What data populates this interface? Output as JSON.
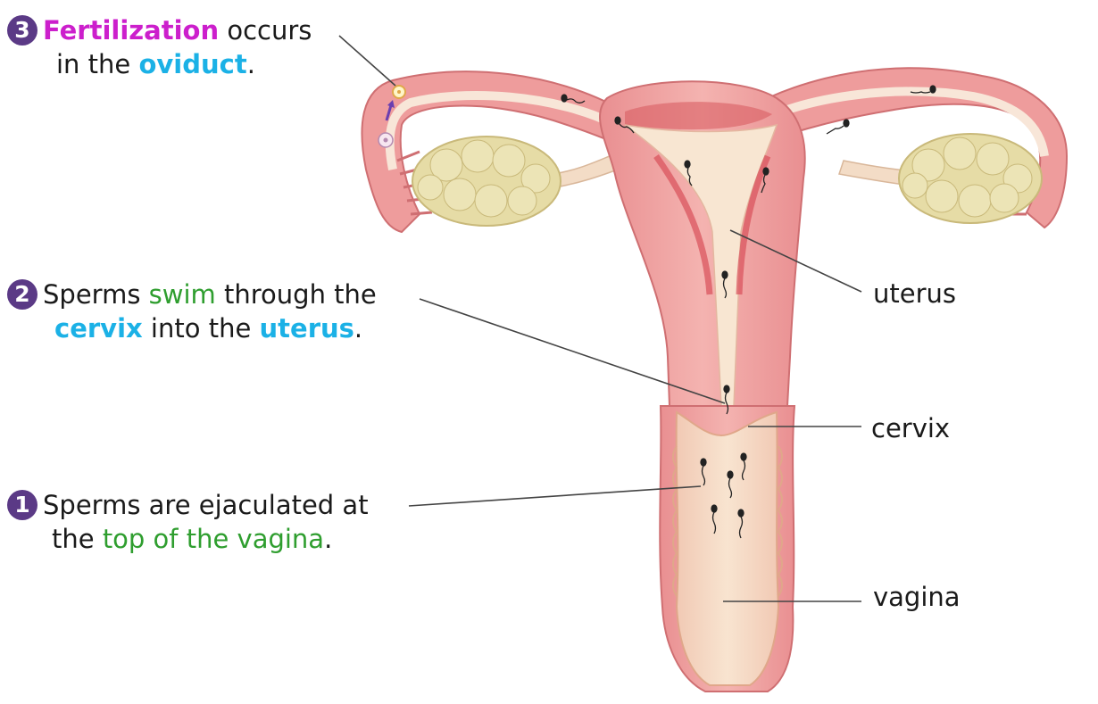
{
  "steps": [
    {
      "number": "3",
      "line1": [
        "Fertilization",
        " occurs"
      ],
      "line2": [
        "in the ",
        "oviduct",
        "."
      ]
    },
    {
      "number": "2",
      "line1": [
        "Sperms ",
        "swim",
        " through the"
      ],
      "line2": [
        "cervix",
        " into the ",
        "uterus",
        "."
      ]
    },
    {
      "number": "1",
      "line1": [
        "Sperms are ejaculated at"
      ],
      "line2": [
        "the ",
        "top of the vagina",
        "."
      ]
    }
  ],
  "labels": {
    "uterus": "uterus",
    "cervix": "cervix",
    "vagina": "vagina"
  },
  "colors": {
    "badge": "#5b3a86",
    "fertilization": "#cc1fcc",
    "anatomy_term": "#1bb1e6",
    "action_term": "#2f9e2f",
    "tissue": "#f0a3a3",
    "lumen": "#f8e6d2",
    "ovary": "#e6dca6"
  }
}
